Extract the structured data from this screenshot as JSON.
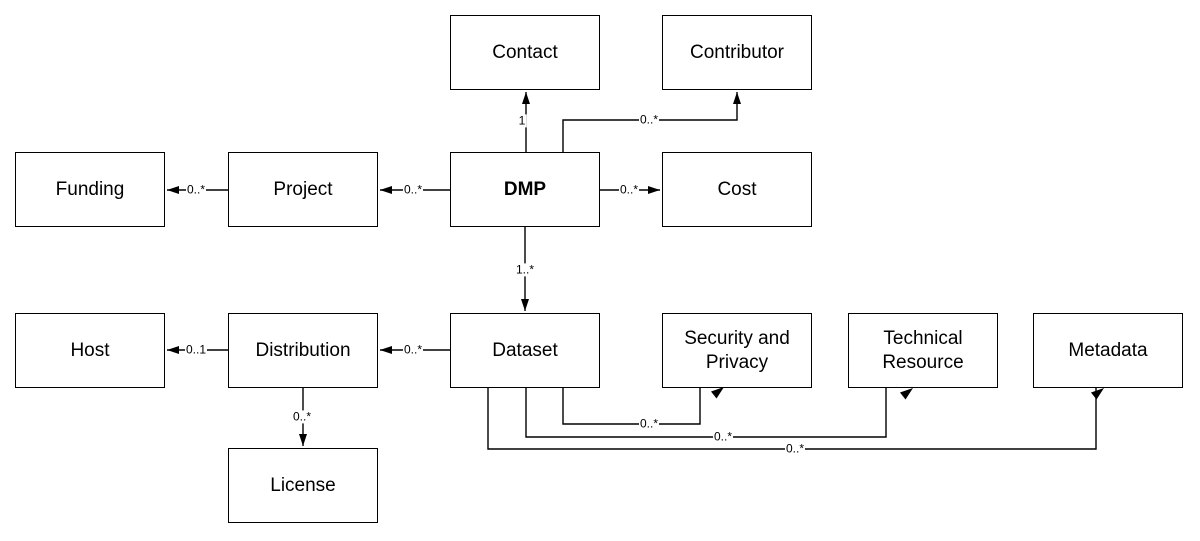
{
  "diagram": {
    "type": "entity-relationship-diagram",
    "colors": {
      "background": "#ffffff",
      "node_fill": "#ffffff",
      "node_stroke": "#000000",
      "edge_stroke": "#000000",
      "text": "#000000"
    },
    "nodes": [
      {
        "id": "contact",
        "label": "Contact"
      },
      {
        "id": "contributor",
        "label": "Contributor"
      },
      {
        "id": "funding",
        "label": "Funding"
      },
      {
        "id": "project",
        "label": "Project"
      },
      {
        "id": "dmp",
        "label": "DMP"
      },
      {
        "id": "cost",
        "label": "Cost"
      },
      {
        "id": "host",
        "label": "Host"
      },
      {
        "id": "distribution",
        "label": "Distribution"
      },
      {
        "id": "dataset",
        "label": "Dataset"
      },
      {
        "id": "security_and_privacy",
        "label": "Security and Privacy"
      },
      {
        "id": "technical_resource",
        "label": "Technical Resource"
      },
      {
        "id": "metadata",
        "label": "Metadata"
      },
      {
        "id": "license",
        "label": "License"
      }
    ],
    "edges": [
      {
        "from": "DMP",
        "to": "Contact",
        "multiplicity": "1"
      },
      {
        "from": "DMP",
        "to": "Contributor",
        "multiplicity": "0..*"
      },
      {
        "from": "DMP",
        "to": "Project",
        "multiplicity": "0..*"
      },
      {
        "from": "Project",
        "to": "Funding",
        "multiplicity": "0..*"
      },
      {
        "from": "DMP",
        "to": "Cost",
        "multiplicity": "0..*"
      },
      {
        "from": "DMP",
        "to": "Dataset",
        "multiplicity": "1..*"
      },
      {
        "from": "Dataset",
        "to": "Distribution",
        "multiplicity": "0..*"
      },
      {
        "from": "Distribution",
        "to": "Host",
        "multiplicity": "0..1"
      },
      {
        "from": "Distribution",
        "to": "License",
        "multiplicity": "0..*"
      },
      {
        "from": "Dataset",
        "to": "Security and Privacy",
        "multiplicity": "0..*"
      },
      {
        "from": "Dataset",
        "to": "Technical Resource",
        "multiplicity": "0..*"
      },
      {
        "from": "Dataset",
        "to": "Metadata",
        "multiplicity": "0..*"
      }
    ]
  }
}
